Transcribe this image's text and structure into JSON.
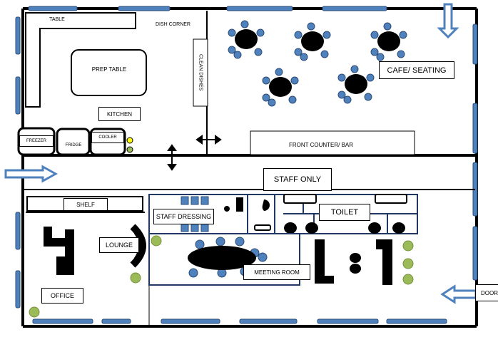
{
  "rooms": {
    "table": "TABLE",
    "dish_corner": "DISH CORNER",
    "prep_table": "PREP TABLE",
    "clean_dishes": "CLEAN DISHES",
    "kitchen": "KITCHEN",
    "freezer": "FREEZER",
    "fridge": "FRIDGE",
    "cooler": "COOLER",
    "cafe_seating": "CAFE/ SEATING",
    "front_counter": "FRONT COUNTER/ BAR",
    "staff_only": "STAFF ONLY",
    "shelf": "SHELF",
    "staff_dressing": "STAFF DRESSING",
    "toilet": "TOILET",
    "lounge": "LOUNGE",
    "meeting_room": "MEETING ROOM",
    "office": "OFFICE",
    "door": "DOOR"
  },
  "colors": {
    "wall": "#000000",
    "window": "#4f81bd",
    "window_edge": "#2c4d75",
    "chair": "#4f81bd",
    "table": "#000000",
    "plant": "#9bbb59",
    "arrow": "#4f81bd",
    "room_outline": "#1f3864",
    "burner": "#ffff00"
  }
}
